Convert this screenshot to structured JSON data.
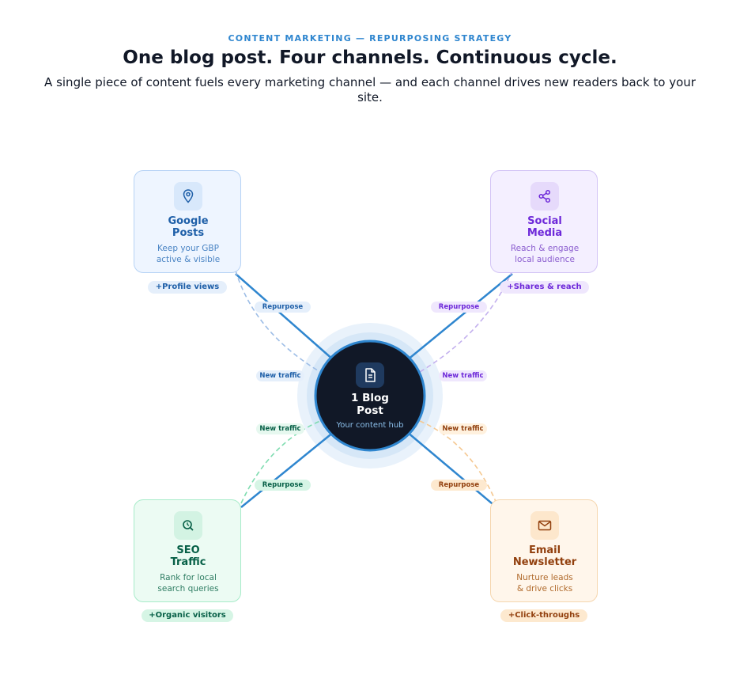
{
  "header": {
    "eyebrow": "CONTENT MARKETING — REPURPOSING STRATEGY",
    "title": "One blog post. Four channels. Continuous cycle.",
    "subtitle": "A single piece of content fuels every marketing channel — and each channel drives new readers back to your site."
  },
  "hub": {
    "icon": "document-icon",
    "title_line1": "1 Blog",
    "title_line2": "Post",
    "subtitle": "Your content hub"
  },
  "channels": {
    "google": {
      "icon": "map-pin-icon",
      "title_line1": "Google",
      "title_line2": "Posts",
      "desc_line1": "Keep your GBP",
      "desc_line2": "active & visible",
      "badge": "+Profile views",
      "repurpose_label": "Repurpose",
      "traffic_label": "New traffic",
      "color": "#1e5fa8"
    },
    "social": {
      "icon": "share-icon",
      "title_line1": "Social",
      "title_line2": "Media",
      "desc_line1": "Reach & engage",
      "desc_line2": "local audience",
      "badge": "+Shares & reach",
      "repurpose_label": "Repurpose",
      "traffic_label": "New traffic",
      "color": "#6d28d9"
    },
    "seo": {
      "icon": "search-clock-icon",
      "title_line1": "SEO",
      "title_line2": "Traffic",
      "desc_line1": "Rank for local",
      "desc_line2": "search queries",
      "badge": "+Organic visitors",
      "repurpose_label": "Repurpose",
      "traffic_label": "New traffic",
      "color": "#065f46"
    },
    "email": {
      "icon": "envelope-icon",
      "title_line1": "Email",
      "title_line2": "Newsletter",
      "desc_line1": "Nurture leads",
      "desc_line2": "& drive clicks",
      "badge": "+Click-throughs",
      "repurpose_label": "Repurpose",
      "traffic_label": "New traffic",
      "color": "#92400e"
    }
  },
  "colors": {
    "accent": "#2f86cf",
    "hub_fill": "#111827",
    "google": "#1e5fa8",
    "social": "#6d28d9",
    "seo": "#065f46",
    "email": "#92400e"
  }
}
